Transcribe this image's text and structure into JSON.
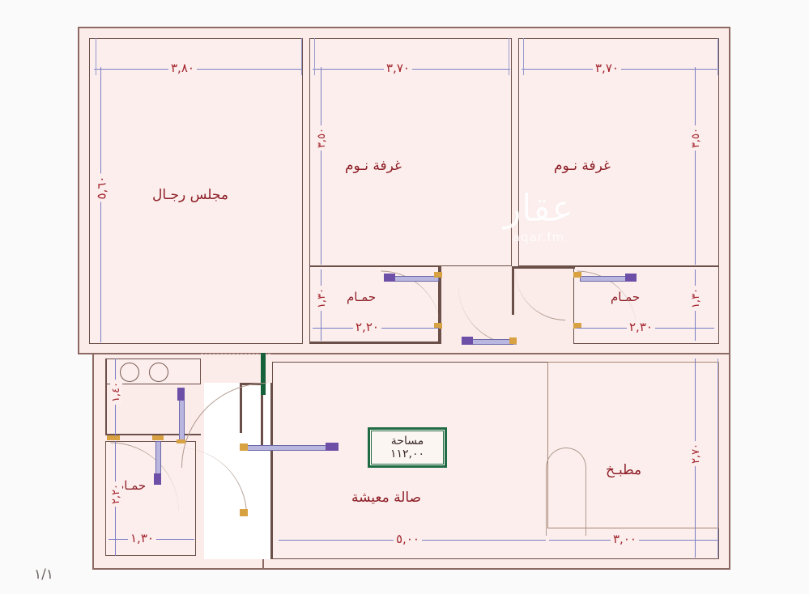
{
  "document": {
    "type": "floor-plan",
    "page_marker": "١/١",
    "watermark_arabic": "عقار",
    "watermark_latin": "aqar.fm"
  },
  "area_badge": {
    "label": "مساحة",
    "value": "١١٢,٠٠"
  },
  "rooms": [
    {
      "id": "majlis",
      "name": "مجلس رجـال",
      "width": "٣,٨٠",
      "height": "٥,٦٠"
    },
    {
      "id": "bedroom-mid",
      "name": "غرفة نـوم",
      "width": "٣,٧٠",
      "height": "٣,٥٠"
    },
    {
      "id": "bedroom-right",
      "name": "غرفة نـوم",
      "width": "٣,٧٠",
      "height": "٣,٥٠"
    },
    {
      "id": "bath-mid",
      "name": "حمـام",
      "width": "٢,٢٠",
      "height": "١,٣٠"
    },
    {
      "id": "bath-right",
      "name": "حمـام",
      "width": "٢,٣٠",
      "height": "١,٣٠"
    },
    {
      "id": "bath-left",
      "name": "حمـام",
      "width": "١,٣٠",
      "height": "٢,٢٠"
    },
    {
      "id": "kitchen",
      "name": "مطبـخ",
      "width": "٣,٠٠",
      "height": "٢,٧٠"
    },
    {
      "id": "living",
      "name": "صالة معيشة",
      "width": "٥,٠٠",
      "height": ""
    }
  ],
  "dimensions": {
    "top_left": "٣,٨٠",
    "top_mid": "٣,٧٠",
    "top_right": "٣,٧٠",
    "left_majlis_v": "٥,٦٠",
    "bedroom_mid_v": "٣,٥٠",
    "bedroom_right_v": "٣,٥٠",
    "bath_mid_w": "٢,٢٠",
    "bath_mid_v": "١,٣٠",
    "bath_right_w": "٢,٣٠",
    "bath_right_v": "١,٣٠",
    "utility_v": "١,٤٠",
    "bath_left_v": "٢,٢٠",
    "bath_left_w": "١,٣٠",
    "living_w": "٥,٠٠",
    "kitchen_w": "٣,٠٠",
    "kitchen_v": "٢,٧٠"
  },
  "colors": {
    "wall": "#6b4f49",
    "outer_wall": "#8c6a63",
    "room_fill": "#fbeeec",
    "dimension_text": "#a3222c",
    "dimension_line": "#7b7ec4",
    "label_text": "#8e1f28",
    "area_box": "#1f6b43",
    "door_leaf": "#d8a243",
    "window": "#6d4fa8",
    "entry_door": "#16613a",
    "page_background": "#fbfafa"
  }
}
